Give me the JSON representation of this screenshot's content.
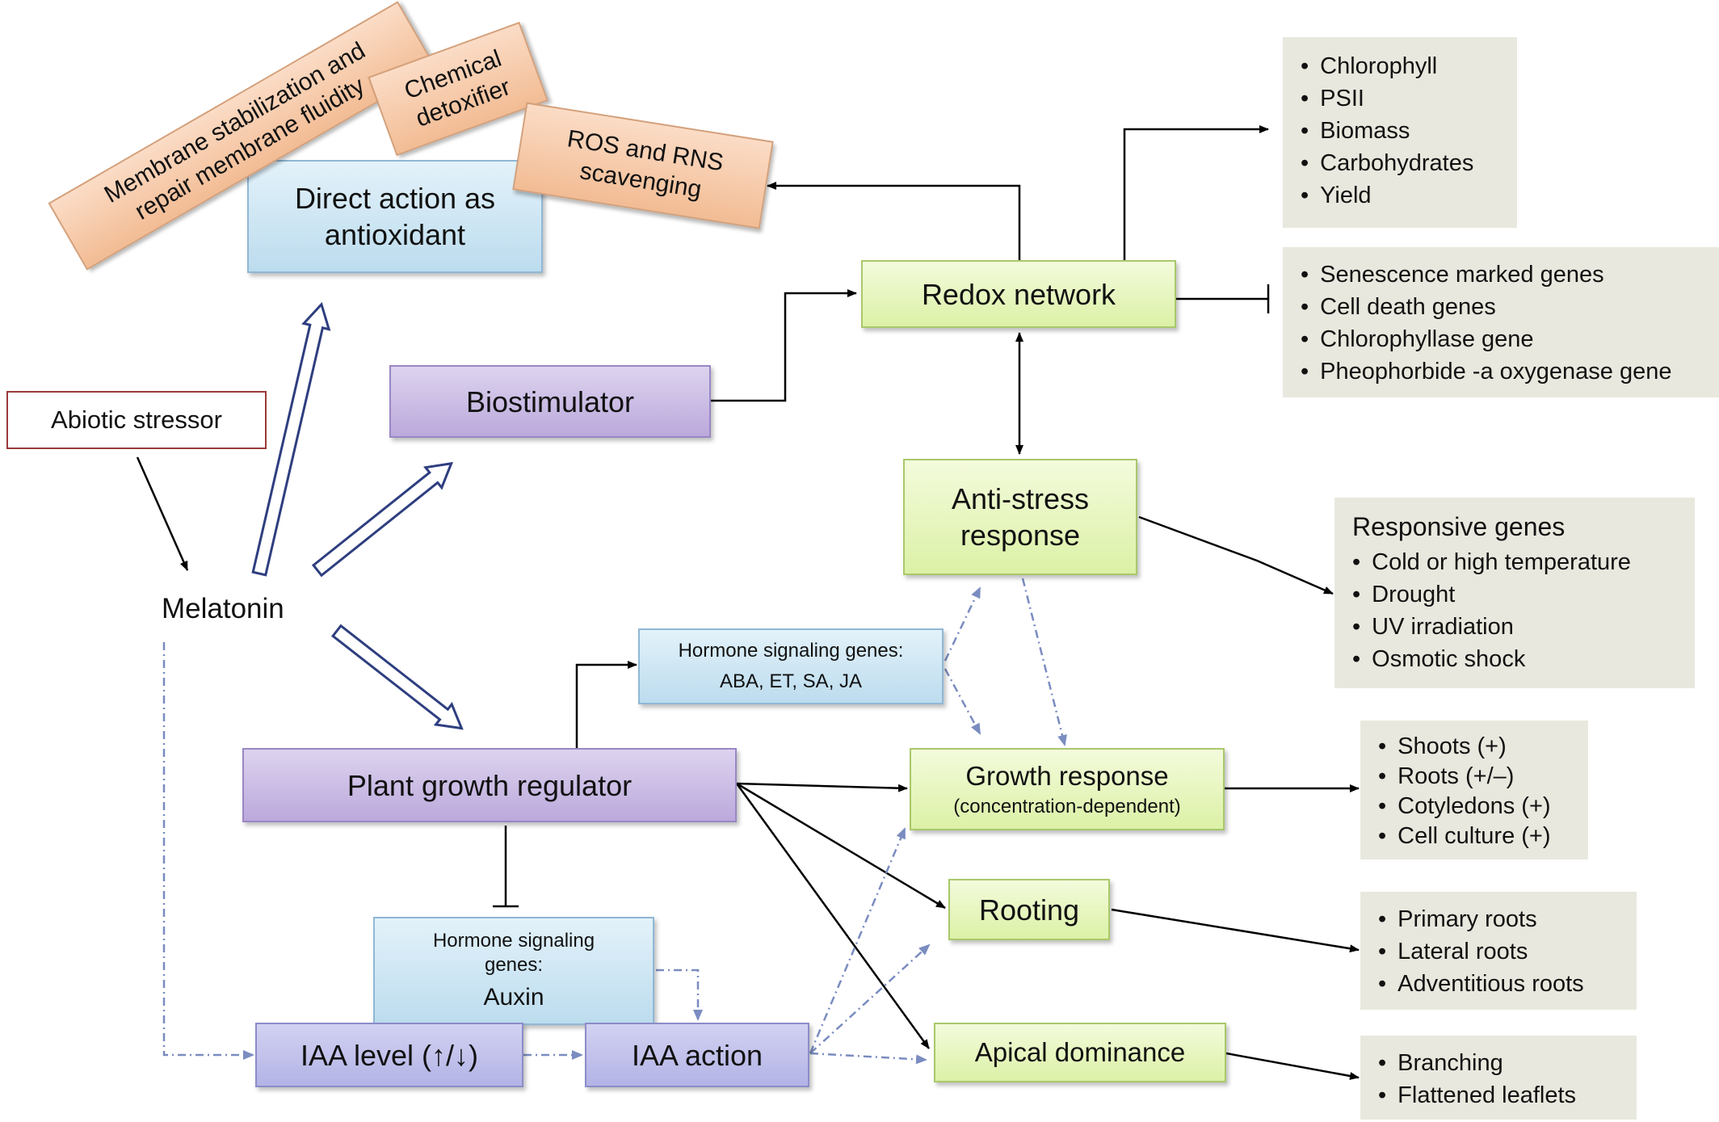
{
  "nodes": {
    "membrane": "Membrane stabilization and repair membrane fluidity",
    "chemical": "Chemical detoxifier",
    "ros": "ROS and RNS scavenging",
    "direct_action": "Direct action as antioxidant",
    "abiotic": "Abiotic stressor",
    "melatonin": "Melatonin",
    "biostimulator": "Biostimulator",
    "redox": "Redox network",
    "anti_stress": "Anti-stress response",
    "hormone_top_title": "Hormone signaling genes:",
    "hormone_top_list": "ABA, ET, SA, JA",
    "pgr": "Plant growth regulator",
    "hormone_bottom_title": "Hormone signaling genes:",
    "hormone_bottom_item": "Auxin",
    "iaa_level": "IAA level (↑/↓)",
    "iaa_action": "IAA action",
    "growth": "Growth response",
    "growth_sub": "(concentration-dependent)",
    "rooting": "Rooting",
    "apical": "Apical dominance"
  },
  "notes": {
    "photosynthesis": [
      "Chlorophyll",
      "PSII",
      "Biomass",
      "Carbohydrates",
      "Yield"
    ],
    "senescence": [
      "Senescence marked  genes",
      "Cell  death genes",
      "Chlorophyllase  gene",
      "Pheophorbide -a oxygenase gene"
    ],
    "responsive_title": "Responsive genes",
    "responsive": [
      "Cold  or high temperature",
      "Drought",
      "UV irradiation",
      "Osmotic  shock"
    ],
    "growth": [
      "Shoots  (+)",
      "Roots  (+/–)",
      "Cotyledons  (+)",
      "Cell culture (+)"
    ],
    "roots": [
      "Primary  roots",
      "Lateral  roots",
      "Adventitious  roots"
    ],
    "apical": [
      "Branching",
      "Flattened  leaflets"
    ]
  },
  "colors": {
    "blue_box": "#bcdcee",
    "purple_box": "#bba9dc",
    "lilac_box": "#b3b3e6",
    "green_box": "#dcf1a6",
    "orange_box": "#f2bc94",
    "note_bg": "#e9e8de",
    "arrow": "#000000",
    "dashed_arrow": "#7a8cc0",
    "abiotic_border": "#9b3a3a"
  }
}
